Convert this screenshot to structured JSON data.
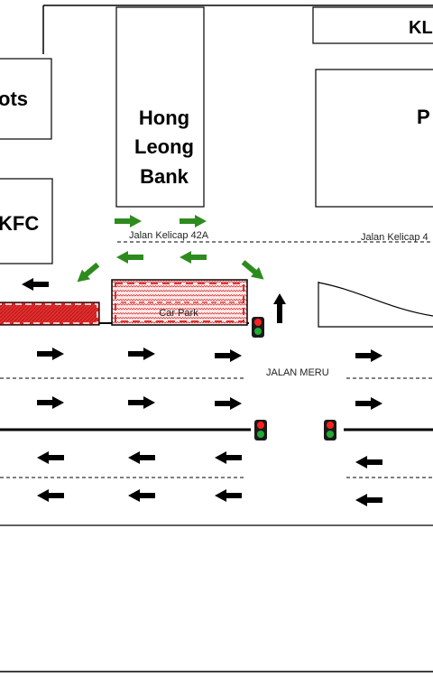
{
  "buildings": {
    "kl": "KL",
    "pots": "ots",
    "p": "P",
    "hong_leong": [
      "Hong",
      "Leong",
      "Bank"
    ],
    "kfc": "KFC",
    "car_park": "Car Park"
  },
  "roads": {
    "jalan_kelicap_42a": "Jalan Kelicap 42A",
    "jalan_kelicap_4": "Jalan Kelicap 4",
    "jalan_meru": "JALAN MERU"
  },
  "colors": {
    "arrow_green": "#2e8b1e",
    "arrow_black": "#000000",
    "hatch_red": "#d42020",
    "light_red": "#ff2020",
    "light_green": "#22aa33",
    "light_body": "#1a1a1a"
  },
  "legend_icons": {
    "traffic_light": "traffic-light-icon",
    "direction_arrow": "arrow-icon"
  }
}
